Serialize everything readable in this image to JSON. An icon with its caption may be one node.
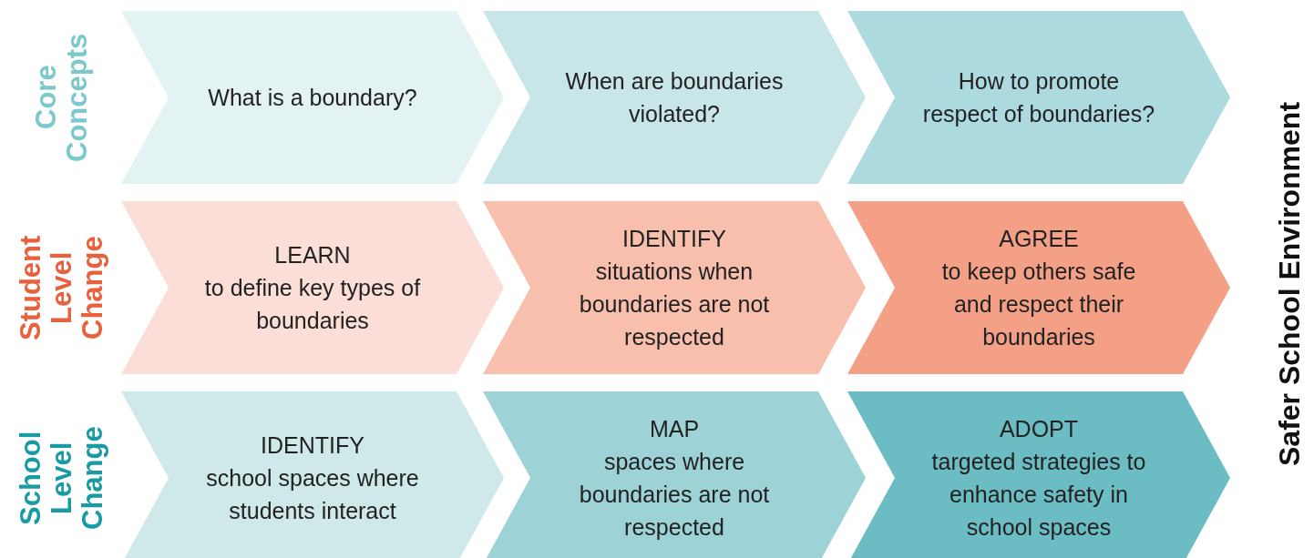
{
  "diagram": {
    "nodes": [
      {
        "text": [
          "What is a boundary?"
        ]
      },
      {
        "text": [
          "When are boundaries violated?"
        ]
      },
      {
        "text": [
          "How to promote respect of boundaries?"
        ]
      },
      {
        "text": [
          "LEARN",
          "to define key types of boundaries"
        ]
      },
      {
        "text": [
          "IDENTIFY",
          "situations when boundaries are not respected"
        ]
      },
      {
        "text": [
          "AGREE",
          "to keep others safe and respect their boundaries"
        ]
      },
      {
        "text": [
          "IDENTIFY",
          "school spaces where students interact"
        ]
      },
      {
        "text": [
          "MAP",
          "spaces where boundaries are not respected"
        ]
      },
      {
        "text": [
          "ADOPT",
          "targeted strategies to enhance safety in school spaces"
        ]
      }
    ],
    "labels": [
      "Core Concepts",
      "Student Level Change",
      "School Level Change",
      "Safer School Environment"
    ]
  }
}
